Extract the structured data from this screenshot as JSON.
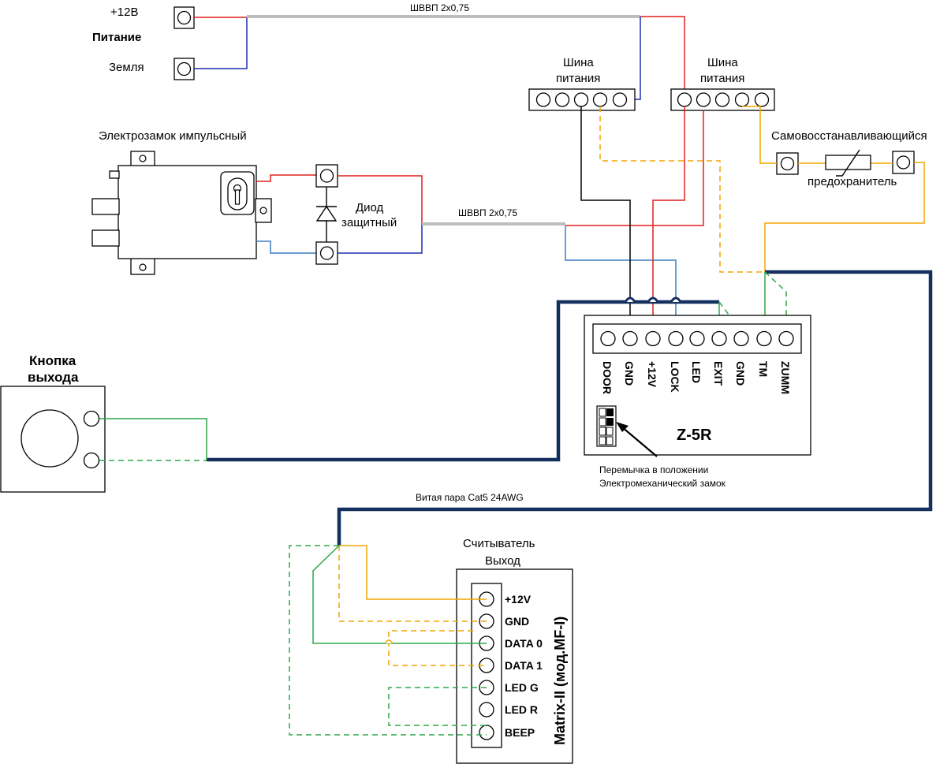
{
  "power": {
    "plus12_label": "+12В",
    "title": "Питание",
    "ground_label": "Земля",
    "cable_top": "ШВВП 2х0,75"
  },
  "bus_left_label": "Шина\nпитания",
  "bus_right_label": "Шина\nпитания",
  "bus_left": [
    "Шина",
    "питания"
  ],
  "bus_right": [
    "Шина",
    "питания"
  ],
  "fuse": {
    "title": "Самовосстанавливающийся",
    "subtitle": "предохранитель"
  },
  "lock": {
    "title": "Электрозамок импульсный"
  },
  "diode": {
    "line1": "Диод",
    "line2": "защитный"
  },
  "cable_mid": "ШВВП 2х0,75",
  "exit_button": {
    "line1": "Кнопка",
    "line2": "выхода"
  },
  "controller": {
    "model": "Z-5R",
    "pins": [
      "DOOR",
      "GND",
      "+12V",
      "LOCK",
      "LED",
      "EXIT",
      "GND",
      "TM",
      "ZUMM"
    ],
    "jumper_note_1": "Перемычка в положении",
    "jumper_note_2": "Электромеханический замок"
  },
  "twisted_pair": "Витая пара Cat5 24AWG",
  "reader": {
    "title1": "Считыватель",
    "title2": "Выход",
    "model": "Matrix-II (мод.MF-I)",
    "pins": [
      "+12V",
      "GND",
      "DATA 0",
      "DATA 1",
      "LED G",
      "LED R",
      "BEEP"
    ]
  },
  "colors": {
    "red": "#e0211d",
    "blue": "#1f2fb0",
    "green": "#2fa84a",
    "orange": "#f2a600",
    "cat5": "#14305e",
    "cable_gray": "#bdbdbd"
  }
}
